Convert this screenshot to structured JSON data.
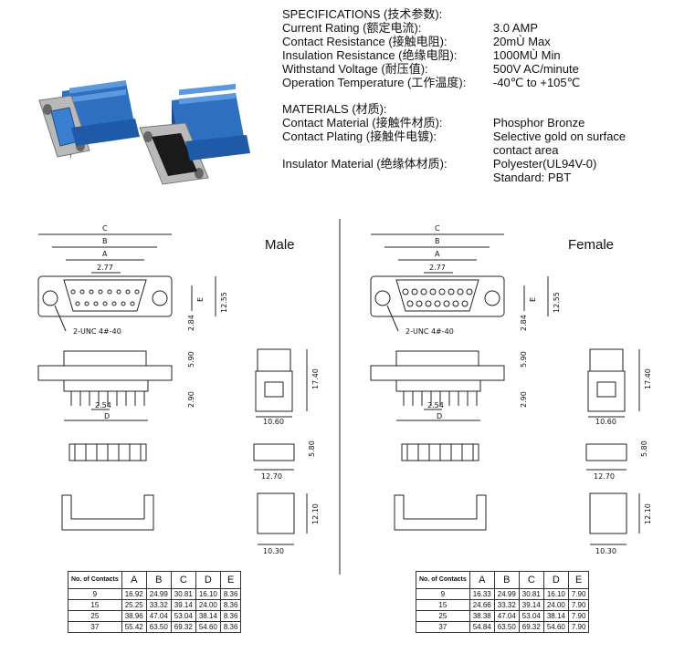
{
  "specs": {
    "heading": "SPECIFICATIONS (技术参数):",
    "rows": [
      {
        "label": "Current Rating (额定电流):",
        "value": "3.0 AMP"
      },
      {
        "label": "Contact Resistance (接触电阻):",
        "value": " 20mÙ Max"
      },
      {
        "label": "Insulation Resistance (绝缘电阻):",
        "value": "1000MÙ Min"
      },
      {
        "label": "Withstand Voltage (耐压值):",
        "value": "500V AC/minute"
      },
      {
        "label": "Operation Temperature (工作温度):",
        "value": "-40℃ to +105℃"
      }
    ]
  },
  "materials": {
    "heading": "MATERIALS (材质):",
    "contact_material_label": "Contact Material (接触件材质):",
    "contact_material_value": "Phosphor Bronze",
    "contact_plating_label": "Contact Plating (接触件电镀):",
    "contact_plating_value_1": "Selective gold on surface",
    "contact_plating_value_2": "contact area",
    "insulator_label": "Insulator Material (绝缘体材质):",
    "insulator_value_1": "Polyester(UL94V-0)",
    "insulator_value_2": "Standard: PBT"
  },
  "male": {
    "title": "Male",
    "dims": {
      "C": "C",
      "B": "B",
      "A": "A",
      "pitch_top": "2.77",
      "E": "E",
      "h1": "12.55",
      "h2": "2.84",
      "screw": "2-UNC 4#-40",
      "d590": "5.90",
      "d290": "2.90",
      "d254": "2.54",
      "D": "D",
      "w1060": "10.60",
      "h1740": "17.40",
      "h580": "5.80",
      "w1270": "12.70",
      "h1210": "12.10",
      "w1030": "10.30"
    },
    "table_header": [
      "No. of Contacts",
      "A",
      "B",
      "C",
      "D",
      "E"
    ],
    "table_rows": [
      [
        "9",
        "16.92",
        "24.99",
        "30.81",
        "16.10",
        "8.36"
      ],
      [
        "15",
        "25.25",
        "33.32",
        "39.14",
        "24.00",
        "8.36"
      ],
      [
        "25",
        "38.96",
        "47.04",
        "53.04",
        "38.14",
        "8.36"
      ],
      [
        "37",
        "55.42",
        "63.50",
        "69.32",
        "54.60",
        "8.36"
      ]
    ]
  },
  "female": {
    "title": "Female",
    "dims": {
      "C": "C",
      "B": "B",
      "A": "A",
      "pitch_top": "2.77",
      "E": "E",
      "h1": "12.55",
      "h2": "2.84",
      "screw": "2-UNC 4#-40",
      "d590": "5.90",
      "d290": "2.90",
      "d254": "2.54",
      "D": "D",
      "w1060": "10.60",
      "h1740": "17.40",
      "h580": "5.80",
      "w1270": "12.70",
      "h1210": "12.10",
      "w1030": "10.30"
    },
    "table_header": [
      "No. of Contacts",
      "A",
      "B",
      "C",
      "D",
      "E"
    ],
    "table_rows": [
      [
        "9",
        "16.33",
        "24.99",
        "30.81",
        "16.10",
        "7.90"
      ],
      [
        "15",
        "24.66",
        "33.32",
        "39.14",
        "24.00",
        "7.90"
      ],
      [
        "25",
        "38.38",
        "47.04",
        "53.04",
        "38.14",
        "7.90"
      ],
      [
        "37",
        "54.84",
        "63.50",
        "69.32",
        "54.60",
        "7.90"
      ]
    ]
  },
  "colors": {
    "connector_blue": "#3a7fd0",
    "line": "#222222"
  }
}
